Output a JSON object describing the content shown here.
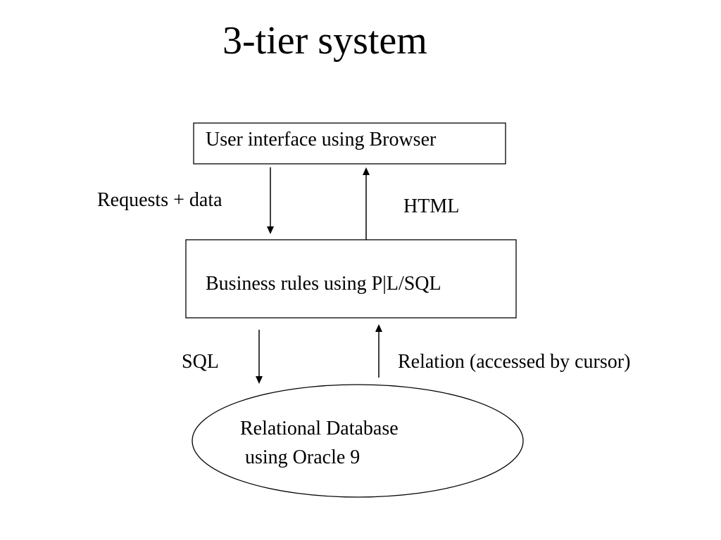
{
  "title": "3-tier system",
  "tiers": {
    "presentation": {
      "label": "User interface using Browser"
    },
    "business": {
      "label": "Business rules using P|L/SQL"
    },
    "data": {
      "label_line1": "Relational Database",
      "label_line2": " using Oracle 9"
    }
  },
  "edges": {
    "presentation_to_business": "Requests + data",
    "business_to_presentation": "HTML",
    "business_to_data": "SQL",
    "data_to_business": "Relation (accessed by cursor)"
  },
  "colors": {
    "background": "#ffffff",
    "stroke": "#000000",
    "text": "#000000"
  }
}
